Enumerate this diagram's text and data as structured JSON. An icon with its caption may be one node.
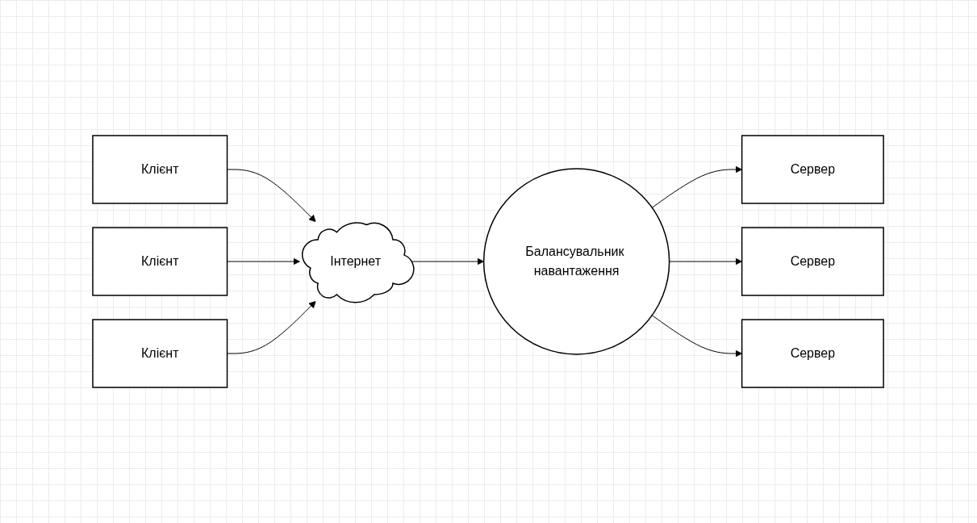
{
  "diagram": {
    "nodes": [
      {
        "text": [
          "Клієнт"
        ]
      },
      {
        "text": [
          "Клієнт"
        ]
      },
      {
        "text": [
          "Клієнт"
        ]
      },
      {
        "text": [
          "Інтернет"
        ]
      },
      {
        "text": [
          "Балансувальник навантаження"
        ]
      },
      {
        "text": [
          "Сервер"
        ]
      },
      {
        "text": [
          "Сервер"
        ]
      },
      {
        "text": [
          "Сервер"
        ]
      }
    ],
    "edges": [
      {
        "from": 0,
        "to": 3,
        "arrow": "to"
      },
      {
        "from": 1,
        "to": 3,
        "arrow": "to"
      },
      {
        "from": 2,
        "to": 3,
        "arrow": "to"
      },
      {
        "from": 3,
        "to": 4,
        "arrow": "to"
      },
      {
        "from": 4,
        "to": 5,
        "arrow": "to"
      },
      {
        "from": 4,
        "to": 6,
        "arrow": "to"
      },
      {
        "from": 4,
        "to": 7,
        "arrow": "to"
      }
    ]
  }
}
